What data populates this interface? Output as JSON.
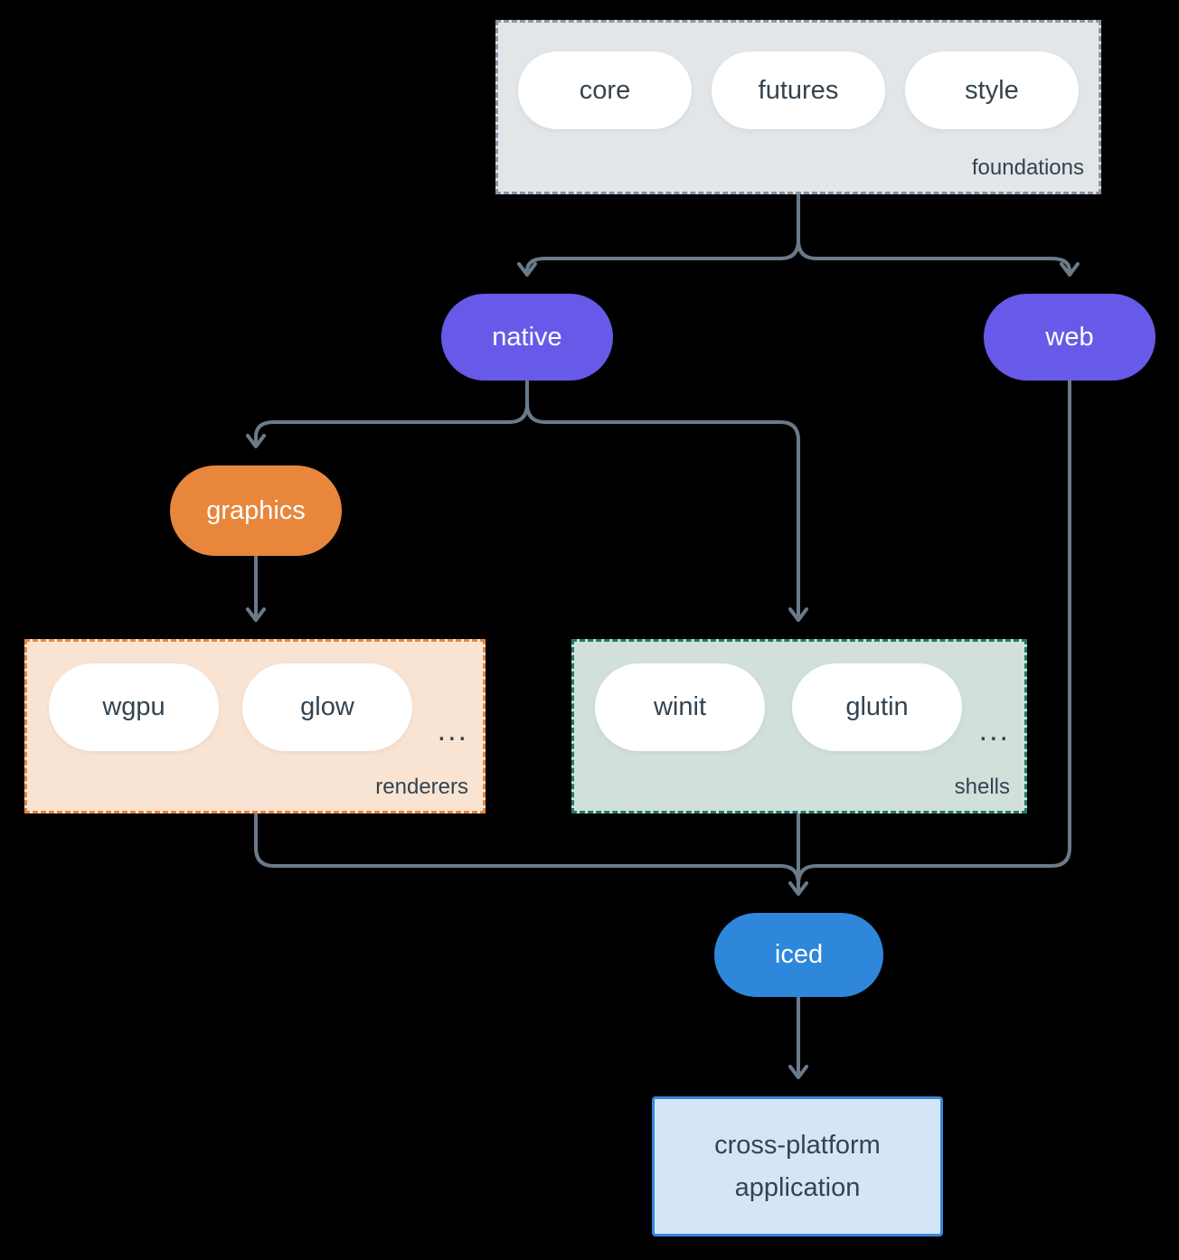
{
  "colors": {
    "background": "#000000",
    "line": "#6b7a8a",
    "purple": "#685ae8",
    "orange": "#e8863c",
    "blue": "#2e87db",
    "foundations_bg": "#e2e6e9",
    "foundations_border": "#8795a5",
    "renderers_bg": "#f9e4d4",
    "renderers_border": "#e8863c",
    "shells_bg": "#d2e0db",
    "shells_border": "#1f7a6b",
    "app_bg": "#d4e5f7",
    "app_border": "#3787d8",
    "text_dark": "#334450",
    "text_light": "#ffffff"
  },
  "diagram": {
    "groups": {
      "foundations": {
        "label": "foundations",
        "pills": [
          {
            "label": "core"
          },
          {
            "label": "futures"
          },
          {
            "label": "style"
          }
        ]
      },
      "renderers": {
        "label": "renderers",
        "pills": [
          {
            "label": "wgpu"
          },
          {
            "label": "glow"
          }
        ],
        "ellipsis": "..."
      },
      "shells": {
        "label": "shells",
        "pills": [
          {
            "label": "winit"
          },
          {
            "label": "glutin"
          }
        ],
        "ellipsis": "..."
      }
    },
    "nodes": {
      "native": "native",
      "web": "web",
      "graphics": "graphics",
      "iced": "iced",
      "application": "cross-platform application"
    }
  }
}
